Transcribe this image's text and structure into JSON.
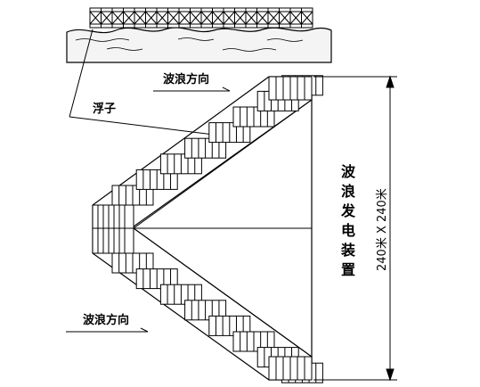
{
  "labels": {
    "wave_direction_top": "波浪方向",
    "wave_direction_bottom": "波浪方向",
    "float": "浮子",
    "device_title": "波浪发电装置",
    "dimension": "240米 X 240米"
  }
}
